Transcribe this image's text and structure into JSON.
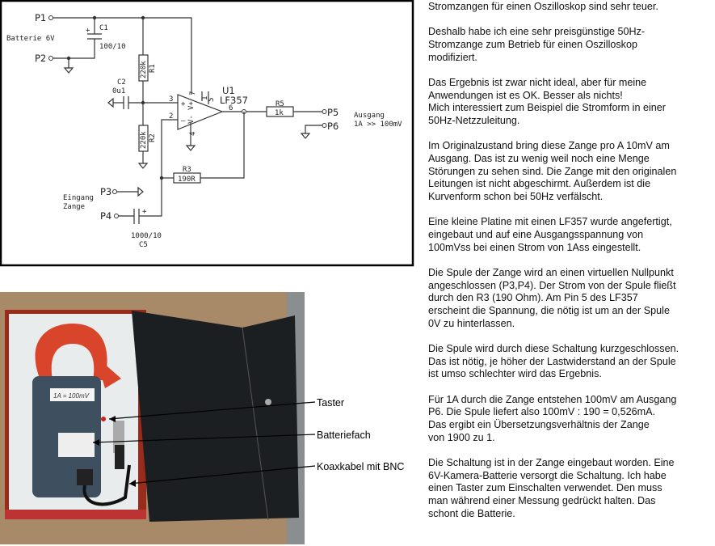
{
  "schematic": {
    "p1": "P1",
    "p2": "P2",
    "p3": "P3",
    "p4": "P4",
    "p5": "P5",
    "p6": "P6",
    "battery_label": "Batterie 6V",
    "c1_name": "C1",
    "c1_value": "100/10",
    "c1_plus": "+",
    "c2_name": "C2",
    "c2_value": "0u1",
    "r1_name": "R1",
    "r1_value": "220k",
    "r2_name": "R2",
    "r2_value": "220k",
    "r3_name": "R3",
    "r3_value": "190R",
    "r5_name": "R5",
    "r5_value": "1k",
    "c5_name": "C5",
    "c5_value": "1000/10",
    "c5_plus": "+",
    "u1_name": "U1",
    "u1_type": "LF357",
    "pins": {
      "p1": "1",
      "p2": "2",
      "p3": "3",
      "p4": "4",
      "p5": "5",
      "p6": "6",
      "p7": "7"
    },
    "opamp_plus": "+",
    "opamp_minus": "–",
    "opamp_vplus": "V+",
    "opamp_vminus": "V-",
    "input_label_1": "Eingang",
    "input_label_2": "Zange",
    "output_label_1": "Ausgang",
    "output_label_2": "1A >> 100mV"
  },
  "photo": {
    "clamp_sticker": "1A = 100mV",
    "callouts": [
      "Taster",
      "Batteriefach",
      "Koaxkabel mit BNC"
    ],
    "colors": {
      "clamp": "#d8452a",
      "body": "#3e5060",
      "case": "#1c1f22",
      "table": "#a88a68"
    }
  },
  "text": {
    "paragraphs": [
      [
        "Stromzangen für einen Oszilloskop sind sehr teuer."
      ],
      [
        "Deshalb habe ich eine sehr preisgünstige 50Hz-",
        "Stromzange zum Betrieb für einen Oszilloskop",
        "modifiziert."
      ],
      [
        "Das Ergebnis ist zwar nicht ideal, aber für meine",
        "Anwendungen ist es OK. Besser als nichts!",
        "Mich interessiert zum Beispiel die Stromform in einer",
        "50Hz-Netzzuleitung."
      ],
      [
        "Im Originalzustand bring diese Zange pro A 10mV am",
        "Ausgang. Das ist zu wenig weil noch eine Menge",
        "Störungen zu sehen sind. Die Zange mit den originalen",
        "Leitungen ist nicht abgeschirmt. Außerdem ist die",
        "Kurvenform schon bei 50Hz verfälscht."
      ],
      [
        "Eine kleine Platine mit einen LF357 wurde angefertigt,",
        "eingebaut und auf eine Ausgangsspannung von",
        "100mVss bei einen Strom von 1Ass eingestellt."
      ],
      [
        "Die Spule der Zange wird an einen virtuellen Nullpunkt",
        "angeschlossen (P3,P4). Der Strom von der Spule fließt",
        "durch den R3 (190 Ohm). Am Pin 5 des LF357",
        "erscheint die Spannung, die nötig ist um an der Spule",
        "0V zu hinterlassen."
      ],
      [
        "Die Spule wird durch diese Schaltung kurzgeschlossen.",
        "Das ist nötig, je höher der Lastwiderstand an der Spule",
        "ist umso schlechter wird das Ergebnis."
      ],
      [
        "Für 1A durch die Zange entstehen 100mV am Ausgang",
        "P6. Die Spule liefert also 100mV : 190 = 0,526mA.",
        "Das ergibt ein Übersetzungsverhältnis der Zange",
        "von 1900 zu 1."
      ],
      [
        "Die Schaltung ist in der Zange eingebaut worden. Eine",
        "6V-Kamera-Batterie versorgt die Schaltung. Ich habe",
        "einen Taster zum Einschalten verwendet. Den muss",
        "man während einer Messung gedrückt halten. Das",
        "schont die Batterie."
      ]
    ]
  }
}
